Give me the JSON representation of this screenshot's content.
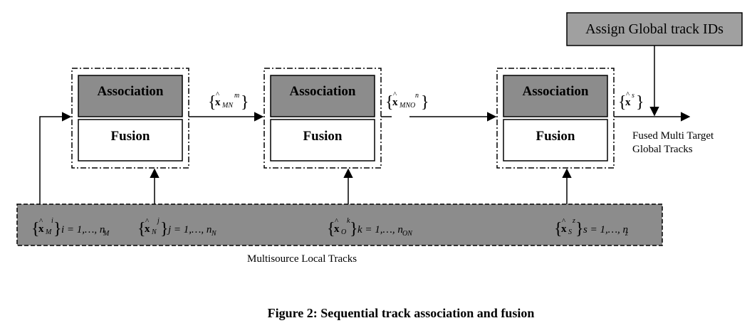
{
  "stages": [
    {
      "association_label": "Association",
      "fusion_label": "Fusion"
    },
    {
      "association_label": "Association",
      "fusion_label": "Fusion"
    },
    {
      "association_label": "Association",
      "fusion_label": "Fusion"
    }
  ],
  "assign_box": {
    "label": "Assign Global track IDs"
  },
  "intermediate": [
    {
      "symbol": "x",
      "subscript": "MN",
      "superscript": "m"
    },
    {
      "symbol": "x",
      "subscript": "MNO",
      "superscript": "n"
    },
    {
      "symbol": "x",
      "subscript": "",
      "superscript": "s"
    }
  ],
  "output": {
    "line1": "Fused Multi Target",
    "line2": "Global Tracks"
  },
  "local_tracks": {
    "label": "Multisource Local Tracks",
    "sources": [
      {
        "symbol": "x",
        "subscript": "M",
        "superscript": "i",
        "index_text": "i = 1,…, n",
        "index_sub": "M"
      },
      {
        "symbol": "x",
        "subscript": "N",
        "superscript": "j",
        "index_text": "j = 1,…, n",
        "index_sub": "N"
      },
      {
        "symbol": "x",
        "subscript": "O",
        "superscript": "k",
        "index_text": "k = 1,…, n",
        "index_sub": "ON"
      },
      {
        "symbol": "x",
        "subscript": "S",
        "superscript": "z",
        "index_text": "s = 1,…, n",
        "index_sub": "z"
      }
    ]
  },
  "caption": "Figure 2: Sequential track association and fusion",
  "colors": {
    "association_fill": "#8c8c8c",
    "assign_fill": "#a0a0a0",
    "local_tracks_fill": "#8c8c8c",
    "line": "#000000"
  }
}
